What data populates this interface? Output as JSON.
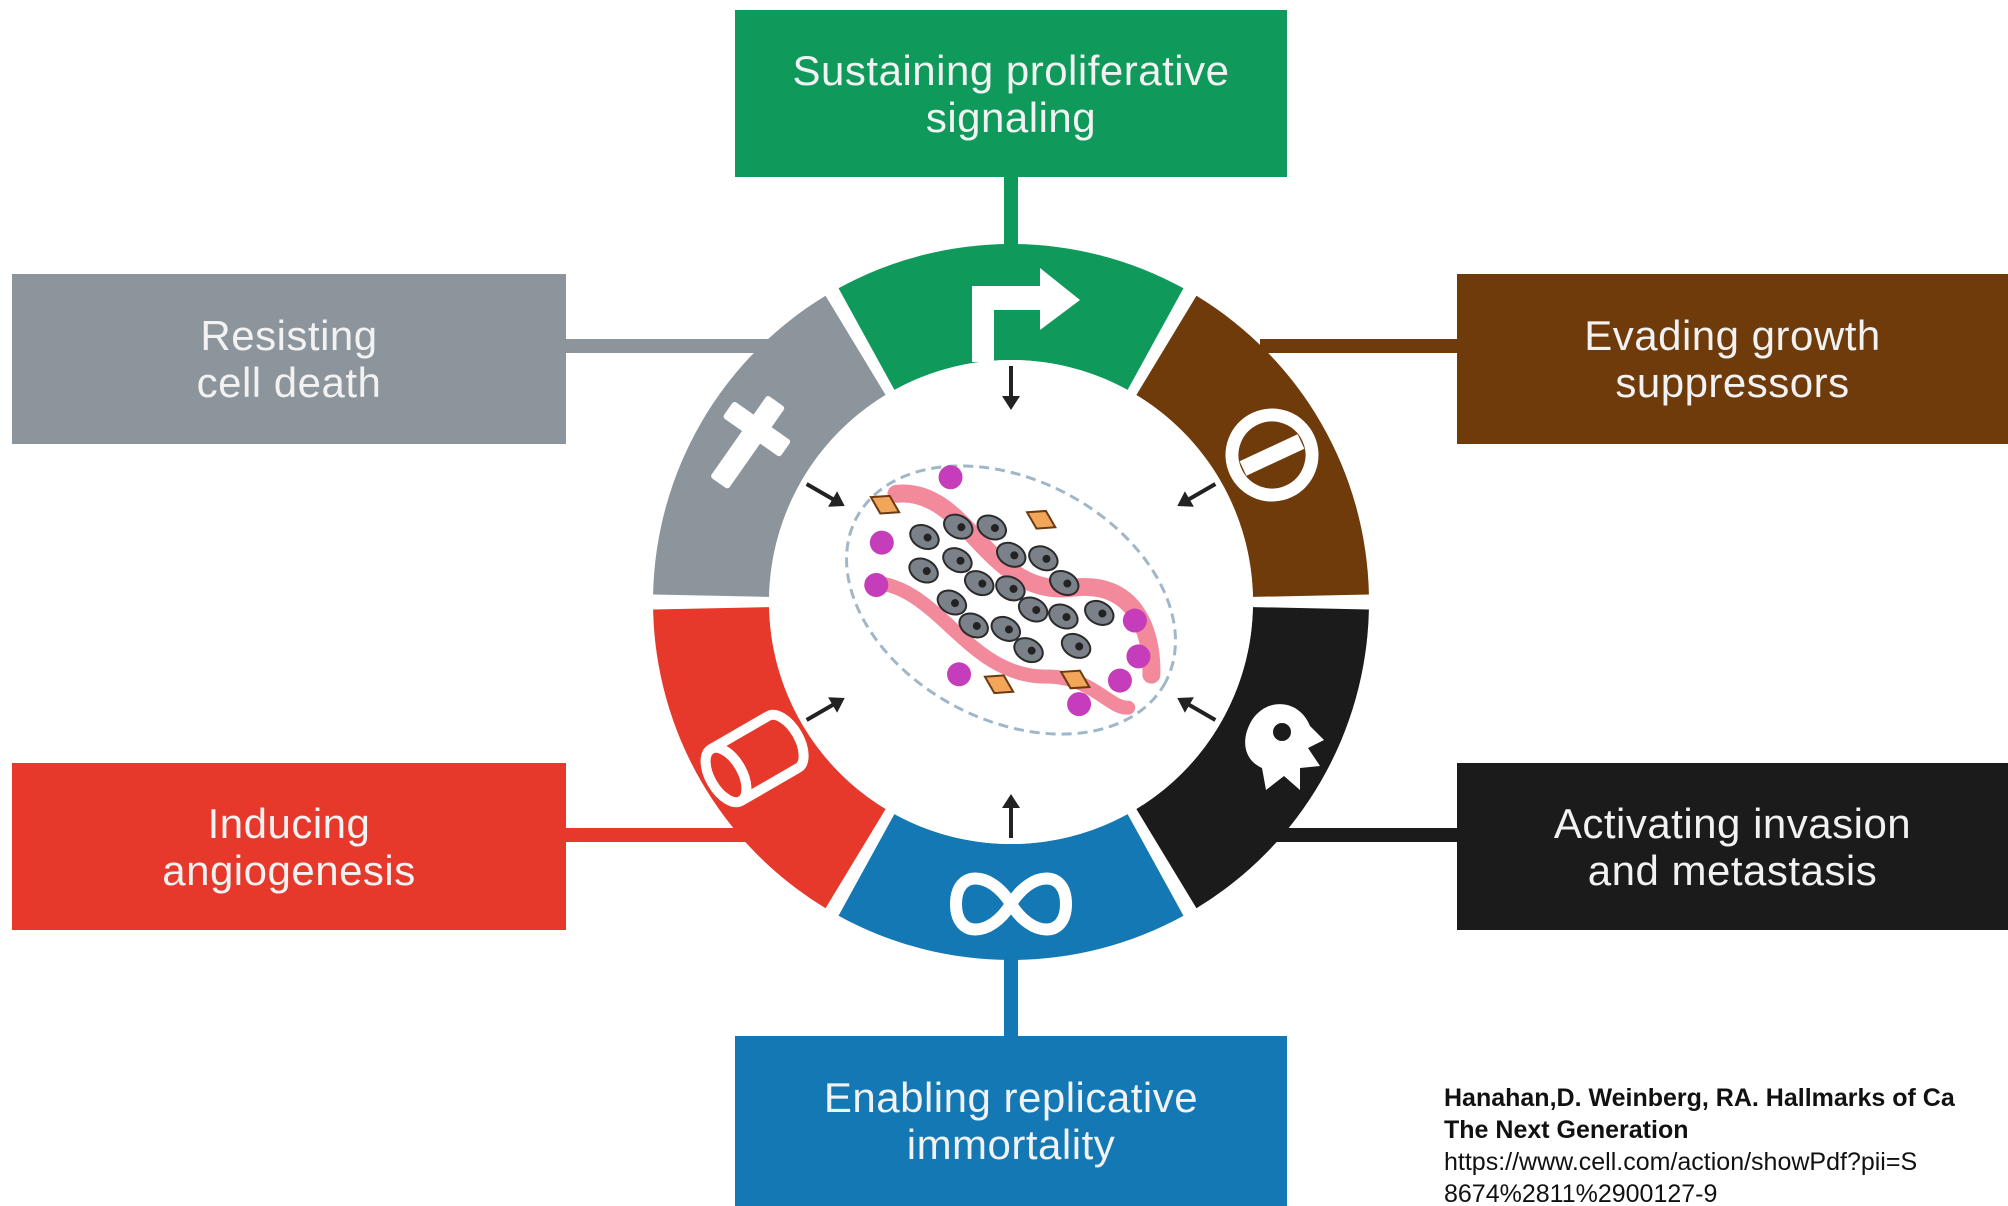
{
  "hallmarks": {
    "top": {
      "line1": "Sustaining proliferative",
      "line2": "signaling",
      "color": "#0f9a5b"
    },
    "upper_left": {
      "line1": "Resisting",
      "line2": "cell death",
      "color": "#8c959b"
    },
    "upper_right": {
      "line1": "Evading growth",
      "line2": "suppressors",
      "color": "#6f3b0b"
    },
    "lower_left": {
      "line1": "Inducing",
      "line2": "angiogenesis",
      "color": "#e6392c"
    },
    "lower_right": {
      "line1": "Activating invasion",
      "line2": "and metastasis",
      "color": "#1b1b1b"
    },
    "bottom": {
      "line1": "Enabling replicative",
      "line2": "immortality",
      "color": "#1378b4"
    }
  },
  "ring_icons": {
    "top": "bent-arrow-icon",
    "upper_left": "cross-icon",
    "upper_right": "no-entry-icon",
    "lower_left": "vessel-icon",
    "lower_right": "invasive-cell-icon",
    "bottom": "infinity-icon"
  },
  "citation": {
    "line1": "Hanahan,D. Weinberg, RA. Hallmarks of Ca",
    "line2": "The Next Generation",
    "url": "https://www.cell.com/action/showPdf?pii=S",
    "url2": "8674%2811%2900127-9"
  }
}
